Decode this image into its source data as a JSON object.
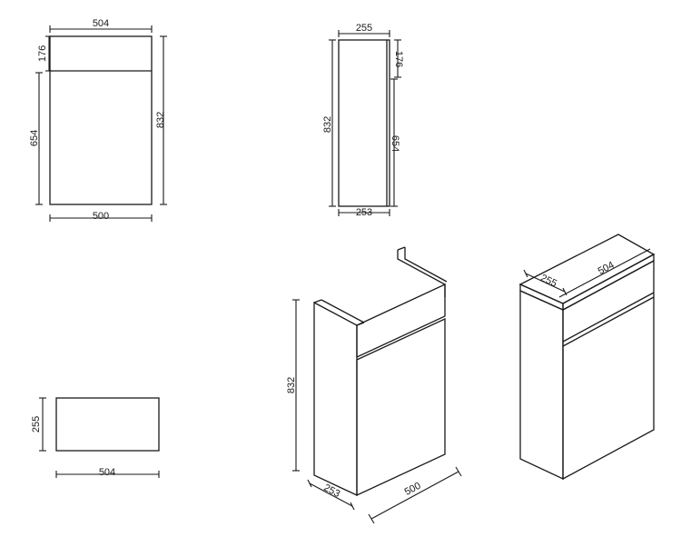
{
  "front_view": {
    "top_width": "504",
    "bottom_width": "500",
    "panel_height": "176",
    "door_height": "654",
    "total_height": "832"
  },
  "side_view": {
    "depth_top": "255",
    "depth_bottom": "253",
    "panel_height": "176",
    "door_height": "654",
    "total_height": "832"
  },
  "top_view": {
    "width": "504",
    "depth": "255"
  },
  "iso_open": {
    "height": "832",
    "depth": "253",
    "width": "500"
  },
  "iso_closed": {
    "depth": "255",
    "width": "504"
  }
}
